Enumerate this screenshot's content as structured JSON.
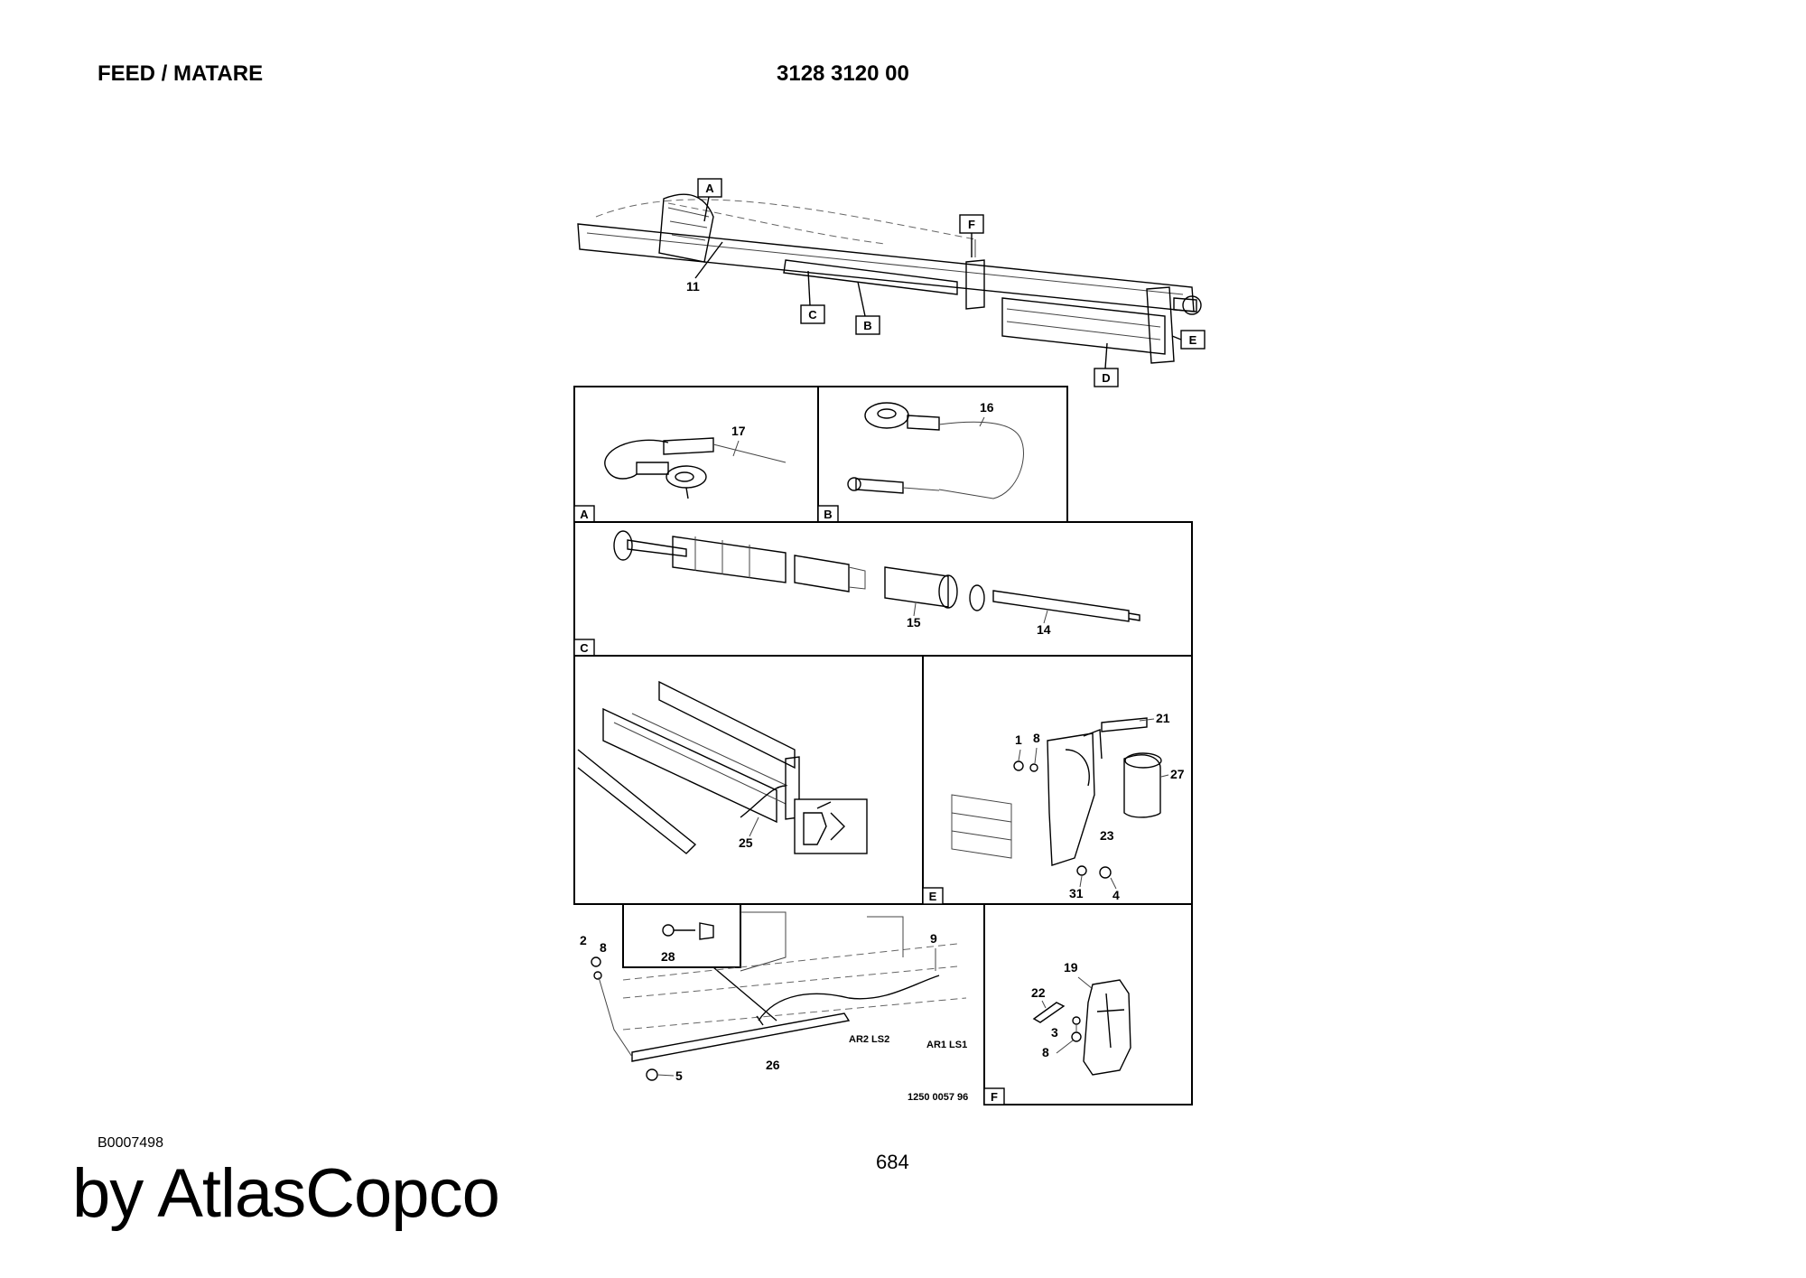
{
  "header": {
    "title": "FEED / MATARE",
    "part_number": "3128 3120 00"
  },
  "footer": {
    "image_code": "B0007498",
    "page_number": "684",
    "brand": "by AtlasCopco"
  },
  "drawing": {
    "main_callouts": [
      "A",
      "F",
      "C",
      "B",
      "D",
      "E"
    ],
    "main_labels": [
      "11"
    ],
    "panels": {
      "A": {
        "letter": "A",
        "labels": [
          "17"
        ]
      },
      "B": {
        "letter": "B",
        "labels": [
          "16"
        ]
      },
      "C": {
        "letter": "C",
        "labels": [
          "15",
          "14"
        ]
      },
      "D": {
        "letter": "",
        "labels": [
          "25"
        ]
      },
      "E": {
        "letter": "E",
        "labels": [
          "1",
          "8",
          "21",
          "27",
          "23",
          "31",
          "4"
        ]
      },
      "bottom": {
        "labels": [
          "2",
          "8",
          "28",
          "9",
          "AR2 LS2",
          "AR1 LS1",
          "26",
          "5"
        ],
        "ref_code": "1250 0057 96"
      },
      "F": {
        "letter": "F",
        "labels": [
          "19",
          "22",
          "3",
          "8"
        ]
      }
    }
  }
}
